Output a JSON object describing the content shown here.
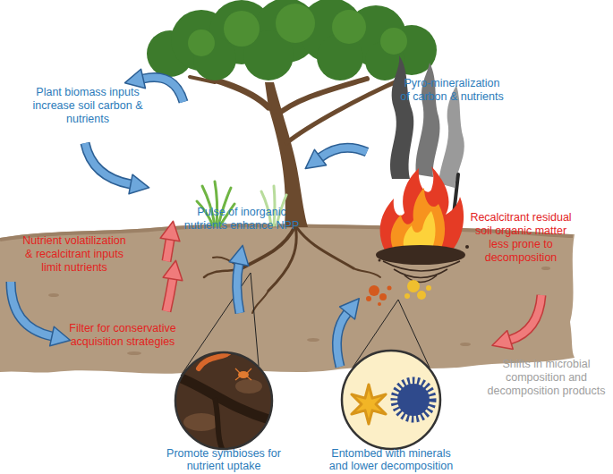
{
  "diagram": {
    "nodes": [
      {
        "text": [
          "Promote symbioses for nutrient uptake"
        ]
      },
      {
        "text": [
          "Entombed with minerals and lower decomposition"
        ]
      }
    ],
    "labels": [
      "Plant biomass inputs increase soil carbon & nutrients",
      "Pyro-mineralization of carbon & nutrients",
      "Pulse of inorganic nutrients enhance NPP",
      "Recalcitrant residual soil organic matter less prone to decomposition",
      "Nutrient volatilization & recalcitrant inputs limit nutrients",
      "Filter for conservative acquisition strategies",
      "Shifts in microbial composition and decomposition products"
    ]
  }
}
